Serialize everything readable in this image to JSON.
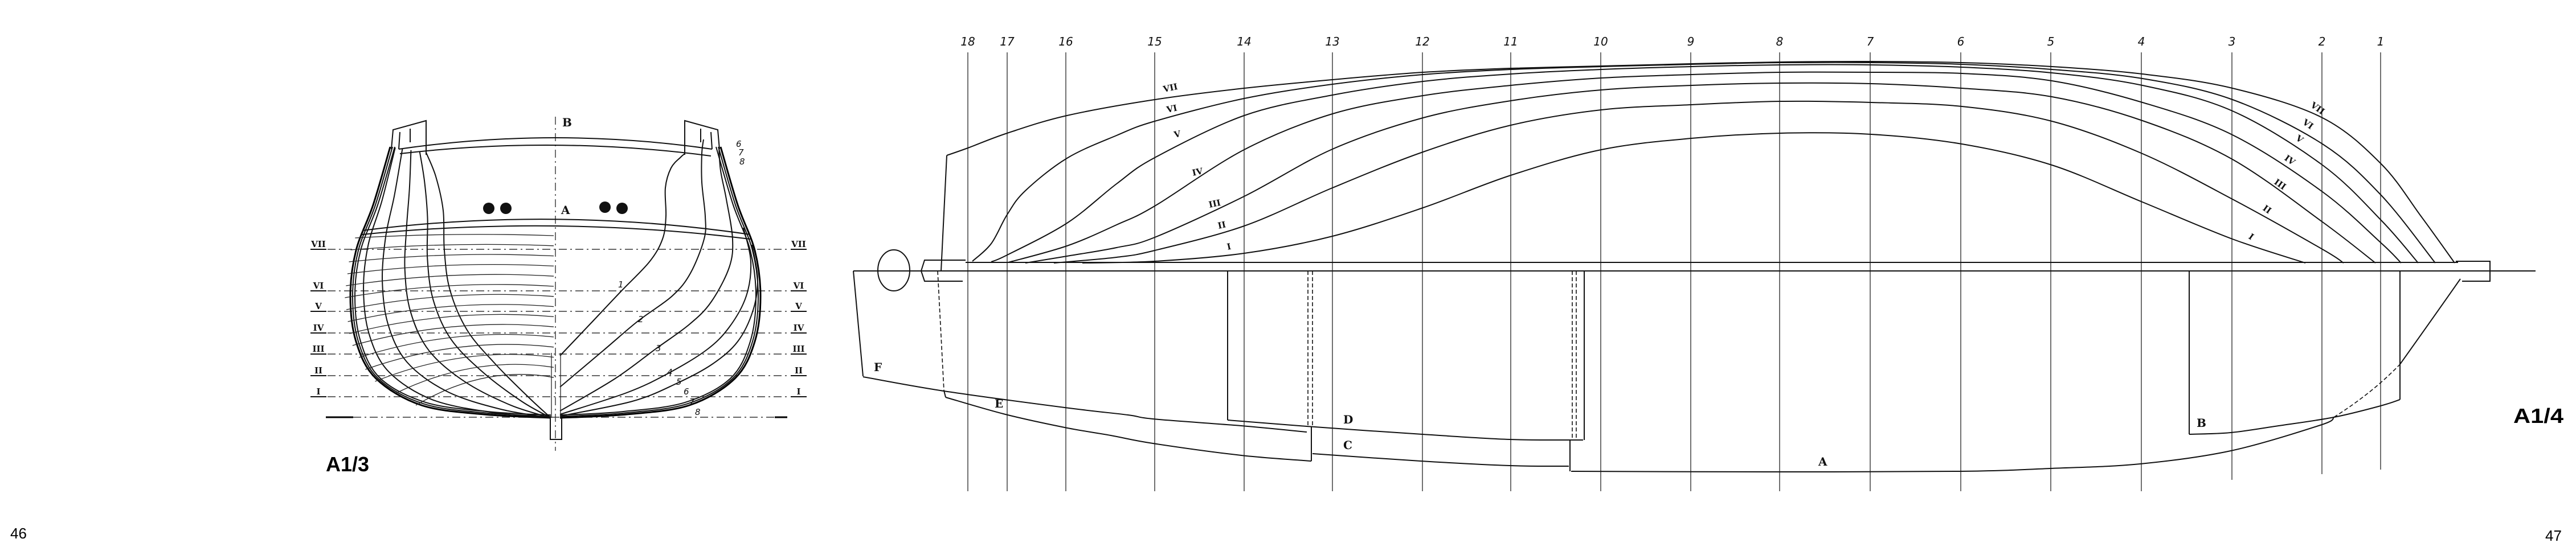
{
  "page": {
    "left_number": "46",
    "right_number": "47"
  },
  "body_plan": {
    "title": "A1/3",
    "labels": {
      "top": "B",
      "deck": "A"
    },
    "waterlines": [
      "VII",
      "VI",
      "V",
      "IV",
      "III",
      "II",
      "I"
    ],
    "sections": [
      "1",
      "2",
      "3",
      "4",
      "5",
      "6",
      "7",
      "8"
    ]
  },
  "profile": {
    "title": "A1/4",
    "stations": [
      "18",
      "17",
      "16",
      "15",
      "14",
      "13",
      "12",
      "11",
      "10",
      "9",
      "8",
      "7",
      "6",
      "5",
      "4",
      "3",
      "2",
      "1"
    ],
    "waterlines": [
      "VII",
      "VI",
      "V",
      "IV",
      "III",
      "II",
      "I"
    ],
    "parts": {
      "a": "A",
      "b": "B",
      "c": "C",
      "d": "D",
      "e": "E",
      "f": "F"
    }
  }
}
